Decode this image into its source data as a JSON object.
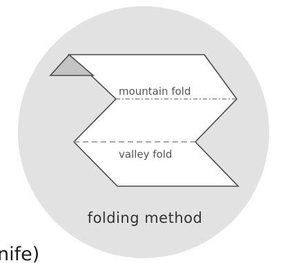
{
  "diagram": {
    "labels": {
      "mountain_fold": "mountain fold",
      "valley_fold": "valley fold",
      "caption": "folding method",
      "cut_off_text": "nife)"
    },
    "colors": {
      "circle_bg": "#e2e2e2",
      "paper_fill": "#ffffff",
      "paper_stroke": "#4a4a4a",
      "flap_fill": "#c4c4c4",
      "fold_line": "#8a8a8a",
      "label_text": "#555555"
    }
  }
}
